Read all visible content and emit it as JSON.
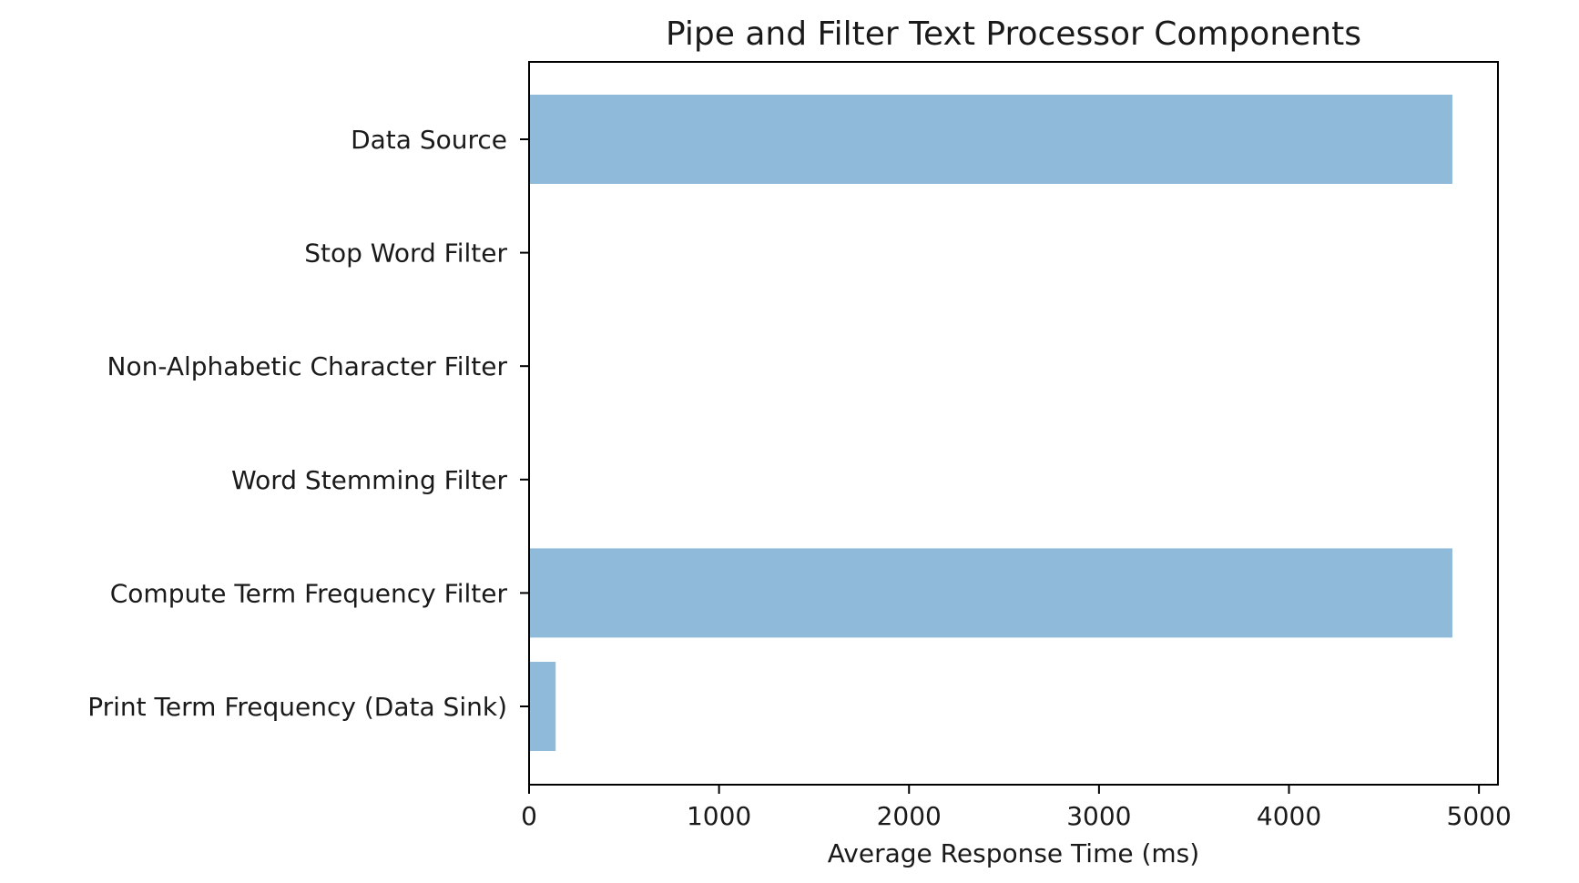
{
  "chart_data": {
    "type": "bar",
    "orientation": "horizontal",
    "title": "Pipe and Filter Text Processor Components",
    "xlabel": "Average Response Time (ms)",
    "ylabel": "",
    "categories": [
      "Data Source",
      "Stop Word Filter",
      "Non-Alphabetic Character Filter",
      "Word Stemming Filter",
      "Compute Term Frequency Filter",
      "Print Term Frequency (Data Sink)"
    ],
    "values": [
      4860,
      0,
      0,
      0,
      4860,
      140
    ],
    "xlim": [
      0,
      5100
    ],
    "xticks": [
      0,
      1000,
      2000,
      3000,
      4000,
      5000
    ],
    "xtick_labels": [
      "0",
      "1000",
      "2000",
      "3000",
      "4000",
      "5000"
    ],
    "bar_color": "#8fbad9",
    "grid": false,
    "legend": "none"
  }
}
